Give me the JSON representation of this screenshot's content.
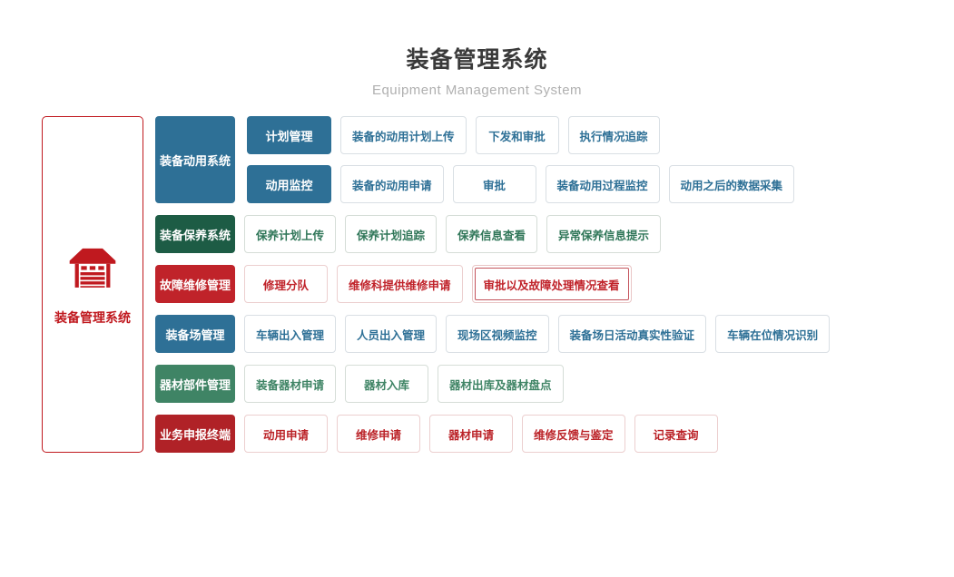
{
  "header": {
    "title": "装备管理系统",
    "subtitle": "Equipment Management System"
  },
  "root": {
    "label": "装备管理系统",
    "icon": "garage-icon",
    "color": "#c0191f"
  },
  "colors": {
    "blue": "#2e7096",
    "green_dark": "#1d5c45",
    "red": "#c0232a",
    "green": "#3f8465",
    "red_dark": "#b02227",
    "root_red": "#c0191f",
    "title_text": "#3a3a3a",
    "subtitle_text": "#b0b0b0"
  },
  "sections": [
    {
      "label": "装备动用系统",
      "theme": "blue",
      "subsections": [
        {
          "label": "计划管理",
          "features": [
            {
              "label": "装备的动用计划上传"
            },
            {
              "label": "下发和审批"
            },
            {
              "label": "执行情况追踪"
            }
          ]
        },
        {
          "label": "动用监控",
          "features": [
            {
              "label": "装备的动用申请"
            },
            {
              "label": "审批"
            },
            {
              "label": "装备动用过程监控"
            },
            {
              "label": "动用之后的数据采集"
            }
          ]
        }
      ]
    },
    {
      "label": "装备保养系统",
      "theme": "green-dark",
      "features": [
        {
          "label": "保养计划上传"
        },
        {
          "label": "保养计划追踪"
        },
        {
          "label": "保养信息查看"
        },
        {
          "label": "异常保养信息提示"
        }
      ]
    },
    {
      "label": "故障维修管理",
      "theme": "red",
      "features": [
        {
          "label": "修理分队"
        },
        {
          "label": "维修科提供维修申请"
        },
        {
          "label": "审批以及故障处理情况查看",
          "emphasis": true
        }
      ]
    },
    {
      "label": "装备场管理",
      "theme": "blue",
      "features": [
        {
          "label": "车辆出入管理"
        },
        {
          "label": "人员出入管理"
        },
        {
          "label": "现场区视频监控"
        },
        {
          "label": "装备场日活动真实性验证"
        },
        {
          "label": "车辆在位情况识别"
        }
      ]
    },
    {
      "label": "器材部件管理",
      "theme": "green",
      "features": [
        {
          "label": "装备器材申请"
        },
        {
          "label": "器材入库"
        },
        {
          "label": "器材出库及器材盘点"
        }
      ]
    },
    {
      "label": "业务申报终端",
      "theme": "red-dark",
      "features": [
        {
          "label": "动用申请"
        },
        {
          "label": "维修申请"
        },
        {
          "label": "器材申请"
        },
        {
          "label": "维修反馈与鉴定"
        },
        {
          "label": "记录查询"
        }
      ]
    }
  ]
}
